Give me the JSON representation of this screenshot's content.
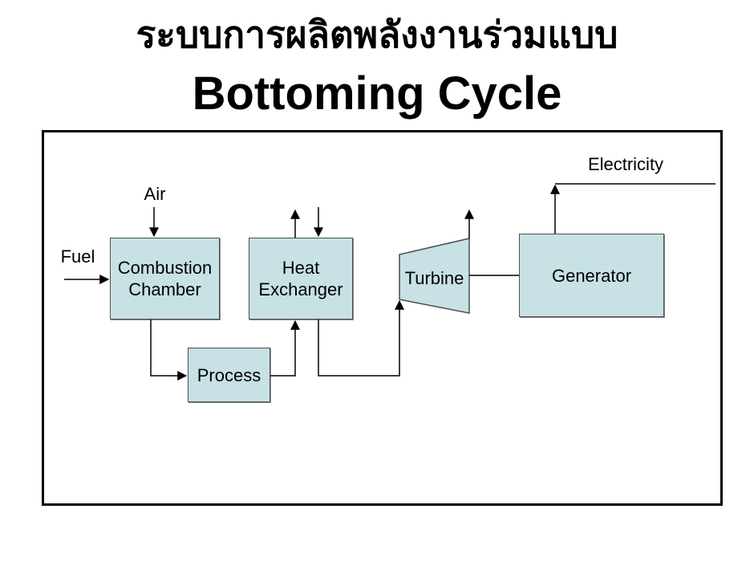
{
  "slide": {
    "title_thai": "ระบบการผลิตพลังงานร่วมแบบ",
    "title_english": "Bottoming Cycle"
  },
  "diagram": {
    "boxes": {
      "combustion_chamber": "Combustion Chamber",
      "heat_exchanger": "Heat Exchanger",
      "process": "Process",
      "turbine": "Turbine",
      "generator": "Generator"
    },
    "labels": {
      "air": "Air",
      "fuel": "Fuel",
      "electricity": "Electricity"
    },
    "colors": {
      "box_fill": "#c7e1e5",
      "box_border": "#4d4d4d",
      "line": "#000000",
      "frame_border": "#000000",
      "text": "#000000",
      "background": "#ffffff"
    }
  }
}
